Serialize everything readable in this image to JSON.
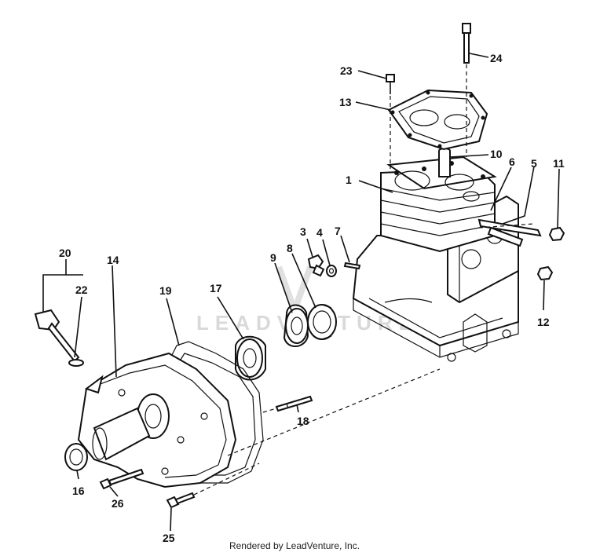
{
  "diagram": {
    "labels": {
      "l1": "1",
      "l3": "3",
      "l4": "4",
      "l5": "5",
      "l6": "6",
      "l7": "7",
      "l8": "8",
      "l9": "9",
      "l10": "10",
      "l11": "11",
      "l12": "12",
      "l13": "13",
      "l14": "14",
      "l16": "16",
      "l17": "17",
      "l18": "18",
      "l19": "19",
      "l20": "20",
      "l22": "22",
      "l23": "23",
      "l24": "24",
      "l25": "25",
      "l26": "26"
    },
    "watermark": "LEADVENTURE"
  },
  "footer": {
    "text": "Rendered by LeadVenture, Inc."
  }
}
